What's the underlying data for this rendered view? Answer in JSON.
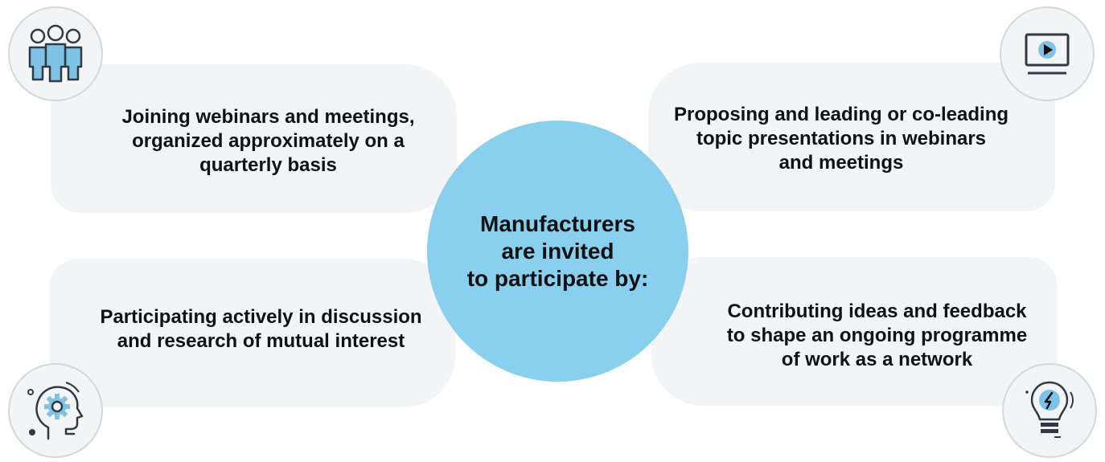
{
  "center": {
    "text": "Manufacturers\nare invited\nto participate by:"
  },
  "cards": {
    "top_left": "Joining webinars and meetings,\norganized approximately on a\nquarterly basis",
    "top_right": "Proposing and leading or co-leading\ntopic presentations in webinars\nand meetings",
    "bottom_left": "Participating actively in discussion\nand research of mutual interest",
    "bottom_right": "Contributing ideas and feedback\nto shape an ongoing programme\nof work as a network"
  },
  "icons": {
    "top_left": "people-group-icon",
    "top_right": "video-play-icon",
    "bottom_left": "head-gear-icon",
    "bottom_right": "lightbulb-icon"
  },
  "colors": {
    "accent": "#89cfee",
    "card_bg": "#f2f4f5",
    "icon_blue": "#7ec3e6",
    "icon_stroke": "#2f3a44"
  }
}
